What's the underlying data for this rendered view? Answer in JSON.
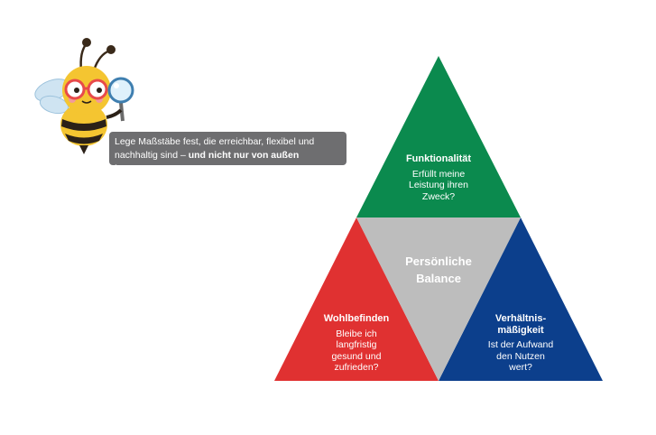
{
  "speech_bubble": {
    "text_plain": "Lege Maßstäbe fest, die erreichbar, flexibel und nachhaltig sind – ",
    "text_bold": "und nicht nur von außen kommen",
    "text_end": "."
  },
  "pyramid": {
    "top": {
      "title": "Funktionalität",
      "line1": "Erfüllt meine",
      "line2": "Leistung ihren",
      "line3": "Zweck?",
      "color": "#0b8a4e"
    },
    "center": {
      "line1": "Persönliche",
      "line2": "Balance",
      "color": "#bdbdbd"
    },
    "left": {
      "title": "Wohlbefinden",
      "line1": "Bleibe ich",
      "line2": "langfristig",
      "line3": "gesund und",
      "line4": "zufrieden?",
      "color": "#e03131"
    },
    "right": {
      "title1": "Verhältnis-",
      "title2": "mäßigkeit",
      "line1": "Ist der Aufwand",
      "line2": "den Nutzen",
      "line3": "wert?",
      "color": "#0c3f8c"
    }
  }
}
